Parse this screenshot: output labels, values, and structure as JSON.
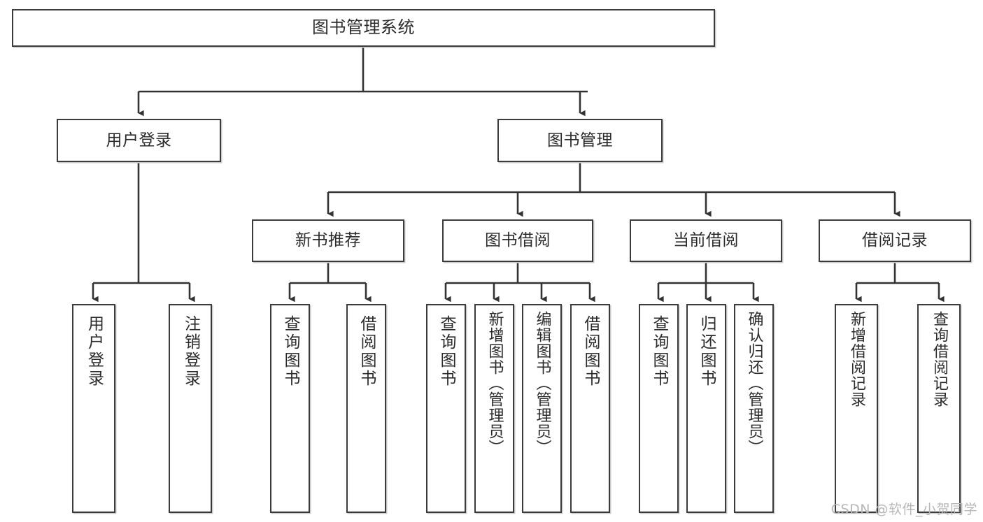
{
  "diagram": {
    "type": "tree",
    "title": "图书管理系统",
    "root": {
      "label": "图书管理系统"
    },
    "level2": [
      {
        "label": "用户登录"
      },
      {
        "label": "图书管理"
      }
    ],
    "level3": [
      {
        "label": "新书推荐"
      },
      {
        "label": "图书借阅"
      },
      {
        "label": "当前借阅"
      },
      {
        "label": "借阅记录"
      }
    ],
    "leaves": {
      "user_login": [
        {
          "label": "用户登录"
        },
        {
          "label": "注销登录"
        }
      ],
      "new_book_recommend": [
        {
          "label": "查询图书"
        },
        {
          "label": "借阅图书"
        }
      ],
      "book_borrow": [
        {
          "label": "查询图书"
        },
        {
          "label": "新增图书（管理员）"
        },
        {
          "label": "编辑图书（管理员）"
        },
        {
          "label": "借阅图书"
        }
      ],
      "current_borrow": [
        {
          "label": "查询图书"
        },
        {
          "label": "归还图书"
        },
        {
          "label": "确认归还（管理员）"
        }
      ],
      "borrow_record": [
        {
          "label": "新增借阅记录"
        },
        {
          "label": "查询借阅记录"
        }
      ]
    }
  },
  "watermark": {
    "text": "CSDN @软件_小贺同学"
  },
  "colors": {
    "box_border": "#3b3b3b",
    "box_fill": "#ffffff",
    "connector": "#333333",
    "text": "#2b2b2b",
    "watermark": "#b7b7b7"
  }
}
